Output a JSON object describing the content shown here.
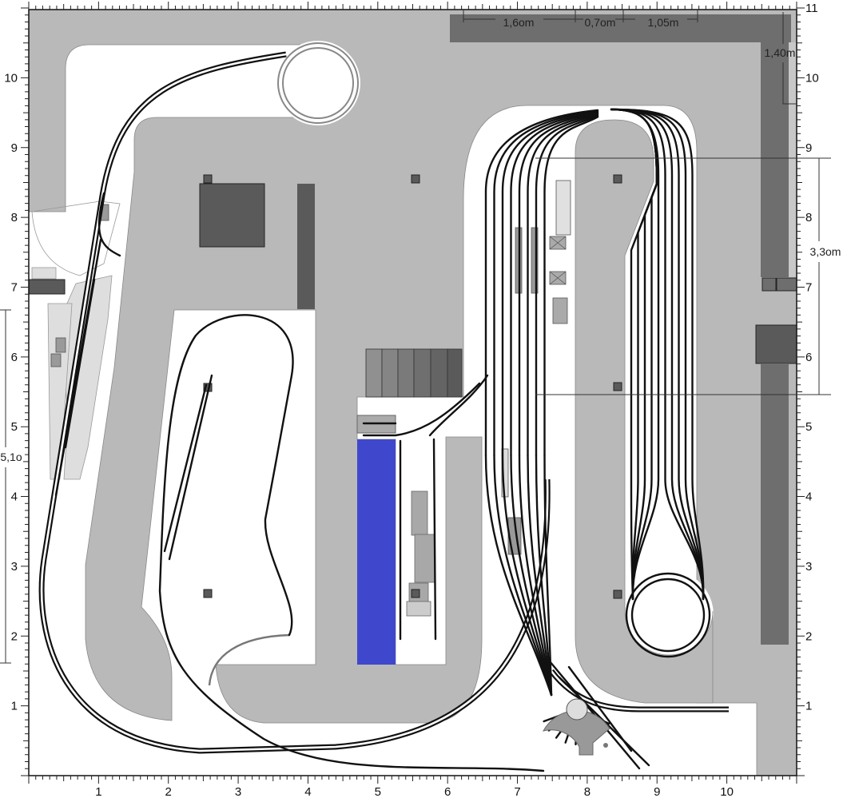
{
  "axes": {
    "x_labels": [
      "1",
      "2",
      "3",
      "4",
      "5",
      "6",
      "7",
      "8",
      "9",
      "10"
    ],
    "y_labels_left": [
      "1",
      "2",
      "3",
      "4",
      "5",
      "6",
      "7",
      "8",
      "9",
      "10"
    ],
    "y_labels_right": [
      "1",
      "2",
      "3",
      "4",
      "5",
      "6",
      "7",
      "8",
      "9",
      "10",
      "11"
    ],
    "unit_range": [
      0,
      11
    ]
  },
  "dimensions": {
    "top": [
      "1,6om",
      "0,7om",
      "1,05m"
    ],
    "right_top": "1,40m",
    "right_mid": "3,3om",
    "left": "5,1o"
  },
  "colors": {
    "room_floor": "#b9b9b9",
    "benchwork": "#ffffff",
    "wall_dark": "#6e6e6e",
    "building_dark": "#5a5a5a",
    "water": "#3f48cc",
    "track": "#111111"
  }
}
